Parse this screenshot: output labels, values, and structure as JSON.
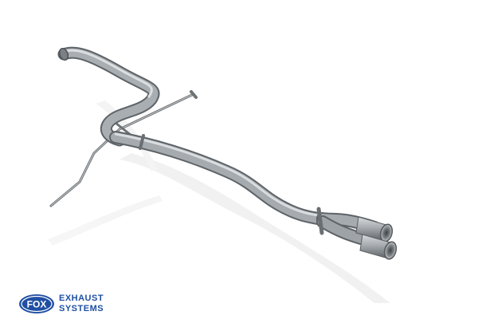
{
  "image": {
    "subject": "exhaust-system",
    "colors": {
      "background": "#ffffff",
      "pipe": "#9a9fa3",
      "pipe_highlight": "#d8dbdd",
      "pipe_dark": "#5e6367",
      "shadow": "#e6e6e6",
      "brand_blue": "#1f4fa3"
    }
  },
  "logo": {
    "brand": "FOX",
    "line1": "EXHAUST",
    "line2": "SYSTEMS"
  }
}
